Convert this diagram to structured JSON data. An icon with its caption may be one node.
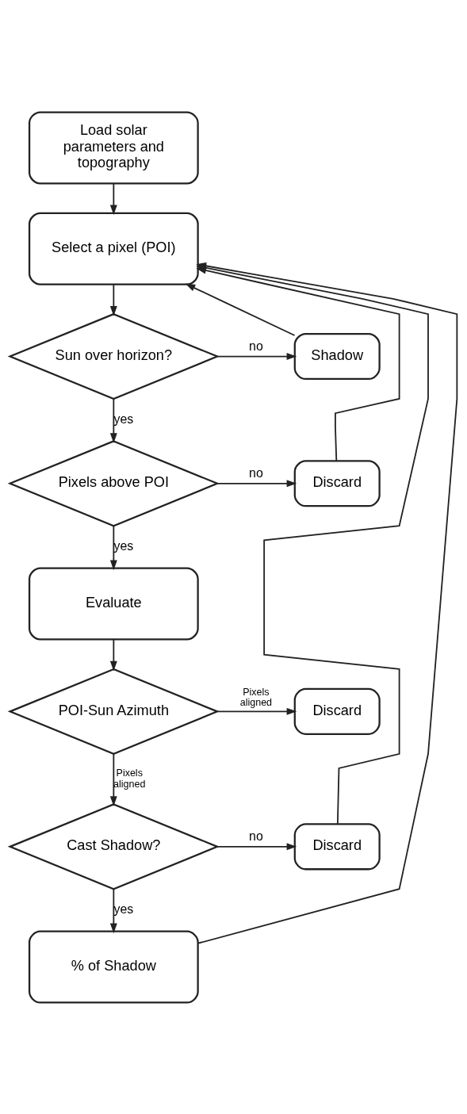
{
  "diagram": {
    "nodes": [
      {
        "text": [
          "Load solar parameters and topography"
        ]
      },
      {
        "text": [
          "Select a pixel (POI)"
        ]
      },
      {
        "text": [
          "Sun over horizon?"
        ]
      },
      {
        "text": [
          "Shadow"
        ]
      },
      {
        "text": [
          "Pixels above POI"
        ]
      },
      {
        "text": [
          "Discard"
        ]
      },
      {
        "text": [
          "Evaluate"
        ]
      },
      {
        "text": [
          "POI-Sun Azimuth"
        ]
      },
      {
        "text": [
          "Discard"
        ]
      },
      {
        "text": [
          "Cast Shadow?"
        ]
      },
      {
        "text": [
          "Discard"
        ]
      },
      {
        "text": [
          "% of Shadow"
        ]
      }
    ],
    "edges": [
      {
        "from": 0,
        "to": 1,
        "arrow": "to"
      },
      {
        "from": 1,
        "to": 2,
        "arrow": "to"
      },
      {
        "from": 2,
        "to": 3,
        "arrow": "to",
        "label": "no"
      },
      {
        "from": 2,
        "to": 4,
        "arrow": "to",
        "label": "yes"
      },
      {
        "from": 4,
        "to": 5,
        "arrow": "to",
        "label": "no"
      },
      {
        "from": 4,
        "to": 6,
        "arrow": "to",
        "label": "yes"
      },
      {
        "from": 6,
        "to": 7,
        "arrow": "to"
      },
      {
        "from": 7,
        "to": 8,
        "arrow": "to",
        "label": "Pixels aligned"
      },
      {
        "from": 7,
        "to": 9,
        "arrow": "to",
        "label": "Pixels aligned"
      },
      {
        "from": 9,
        "to": 10,
        "arrow": "to",
        "label": "no"
      },
      {
        "from": 9,
        "to": 11,
        "arrow": "to",
        "label": "yes"
      },
      {
        "from": 3,
        "to": 1,
        "arrow": "to"
      },
      {
        "from": 5,
        "to": 1,
        "arrow": "to"
      },
      {
        "from": 10,
        "to": 1,
        "arrow": "to"
      },
      {
        "from": 11,
        "to": 1,
        "arrow": "to"
      }
    ]
  }
}
